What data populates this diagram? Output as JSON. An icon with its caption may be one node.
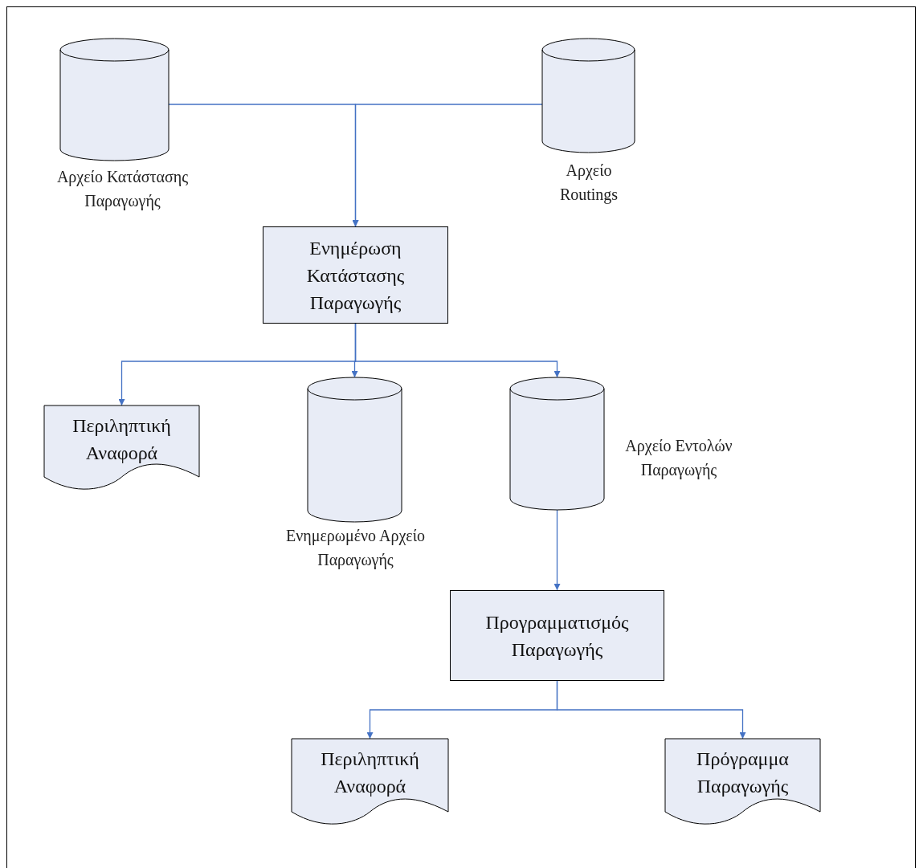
{
  "diagram": {
    "nodes": [
      {
        "text": [
          "Αρχείο Κατάστασης Παραγωγής"
        ]
      },
      {
        "text": [
          "Αρχείο Routings"
        ]
      },
      {
        "text": [
          "Ενημέρωση Κατάστασης Παραγωγής"
        ]
      },
      {
        "text": [
          "Περιληπτική Αναφορά"
        ]
      },
      {
        "text": [
          "Ενημερωμένο Αρχείο Παραγωγής"
        ]
      },
      {
        "text": [
          "Αρχείο Εντολών Παραγωγής"
        ]
      },
      {
        "text": [
          "Προγραμματισμός Παραγωγής"
        ]
      },
      {
        "text": [
          "Περιληπτική Αναφορά"
        ]
      },
      {
        "text": [
          "Πρόγραμμα Παραγωγής"
        ]
      }
    ],
    "edges": [
      {
        "from": 0,
        "to": 2,
        "arrow": "to"
      },
      {
        "from": 1,
        "to": 2,
        "arrow": "to"
      },
      {
        "from": 2,
        "to": 3,
        "arrow": "to"
      },
      {
        "from": 2,
        "to": 4,
        "arrow": "to"
      },
      {
        "from": 2,
        "to": 5,
        "arrow": "to"
      },
      {
        "from": 5,
        "to": 6,
        "arrow": "to"
      },
      {
        "from": 6,
        "to": 7,
        "arrow": "to"
      },
      {
        "from": 6,
        "to": 8,
        "arrow": "to"
      }
    ]
  }
}
